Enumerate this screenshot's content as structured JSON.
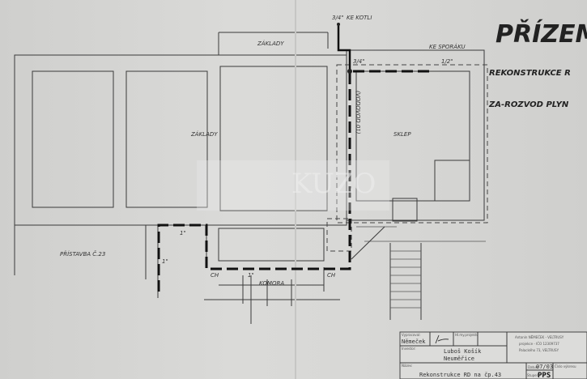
{
  "drawing": {
    "title": "PŘÍZEMÍ",
    "subtitle_1": "REKONSTRUKCE R",
    "subtitle_2": "ZA-ROZVOD PLYN",
    "labels": {
      "zaklady_top": "ZÁKLADY",
      "zaklady_mid": "ZÁKLADY",
      "sklep": "SKLEP",
      "vertical_note": "(VODOVOD 01)",
      "pristavba": "PŘÍSTAVBA Č.23",
      "komora": "KOMORA",
      "ke_kotli": "KE KOTLI",
      "ke_sporaku": "KE SPORÁKU",
      "dim_34_top": "3/4\"",
      "dim_34": "3/4\"",
      "dim_12": "1/2\"",
      "dim_1a": "1\"",
      "dim_1b": "1\"",
      "dim_1c": "1\"",
      "ch1": "CH",
      "ch2": "CH"
    },
    "watermark": "KUZO"
  },
  "title_block": {
    "drawn_by_label": "Vypracoval:",
    "drawn_by": "Němeček",
    "responsible_label": "Hl.my.projektu",
    "investor_label": "Investor:",
    "investor_name": "Luboš Košík",
    "investor_place": "Neuměřice",
    "designer_line1": "Antonín NĚMEČEK - VELTRUSY",
    "designer_line2": "projekce - IČO 12309737",
    "designer_line3": "Palackého 73, VELTRUSY",
    "name_label": "Název:",
    "name": "Rekonstrukce RD na čp.43",
    "date_label": "Datum",
    "date": "07/03",
    "stage_label": "Stupeň",
    "stage": "PPS",
    "number_label": "Číslo výkresu"
  }
}
